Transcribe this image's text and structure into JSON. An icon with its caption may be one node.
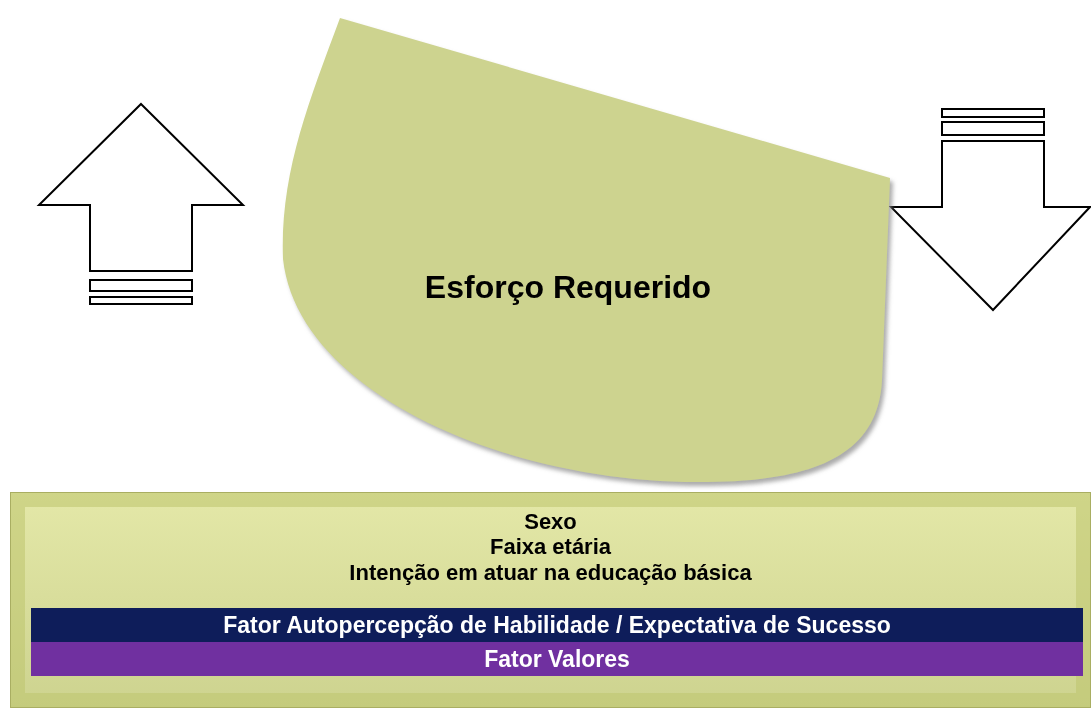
{
  "diagram": {
    "nodes": [
      {
        "text": [
          "Esforço Requerido"
        ]
      },
      {
        "text": [
          "Sexo",
          "Faixa etária",
          "Intenção em atuar na educação básica"
        ]
      },
      {
        "text": [
          "Fator Autopercepção de Habilidade / Expectativa de Sucesso"
        ],
        "in": 1
      },
      {
        "text": [
          "Fator Valores"
        ],
        "in": 1
      }
    ]
  }
}
